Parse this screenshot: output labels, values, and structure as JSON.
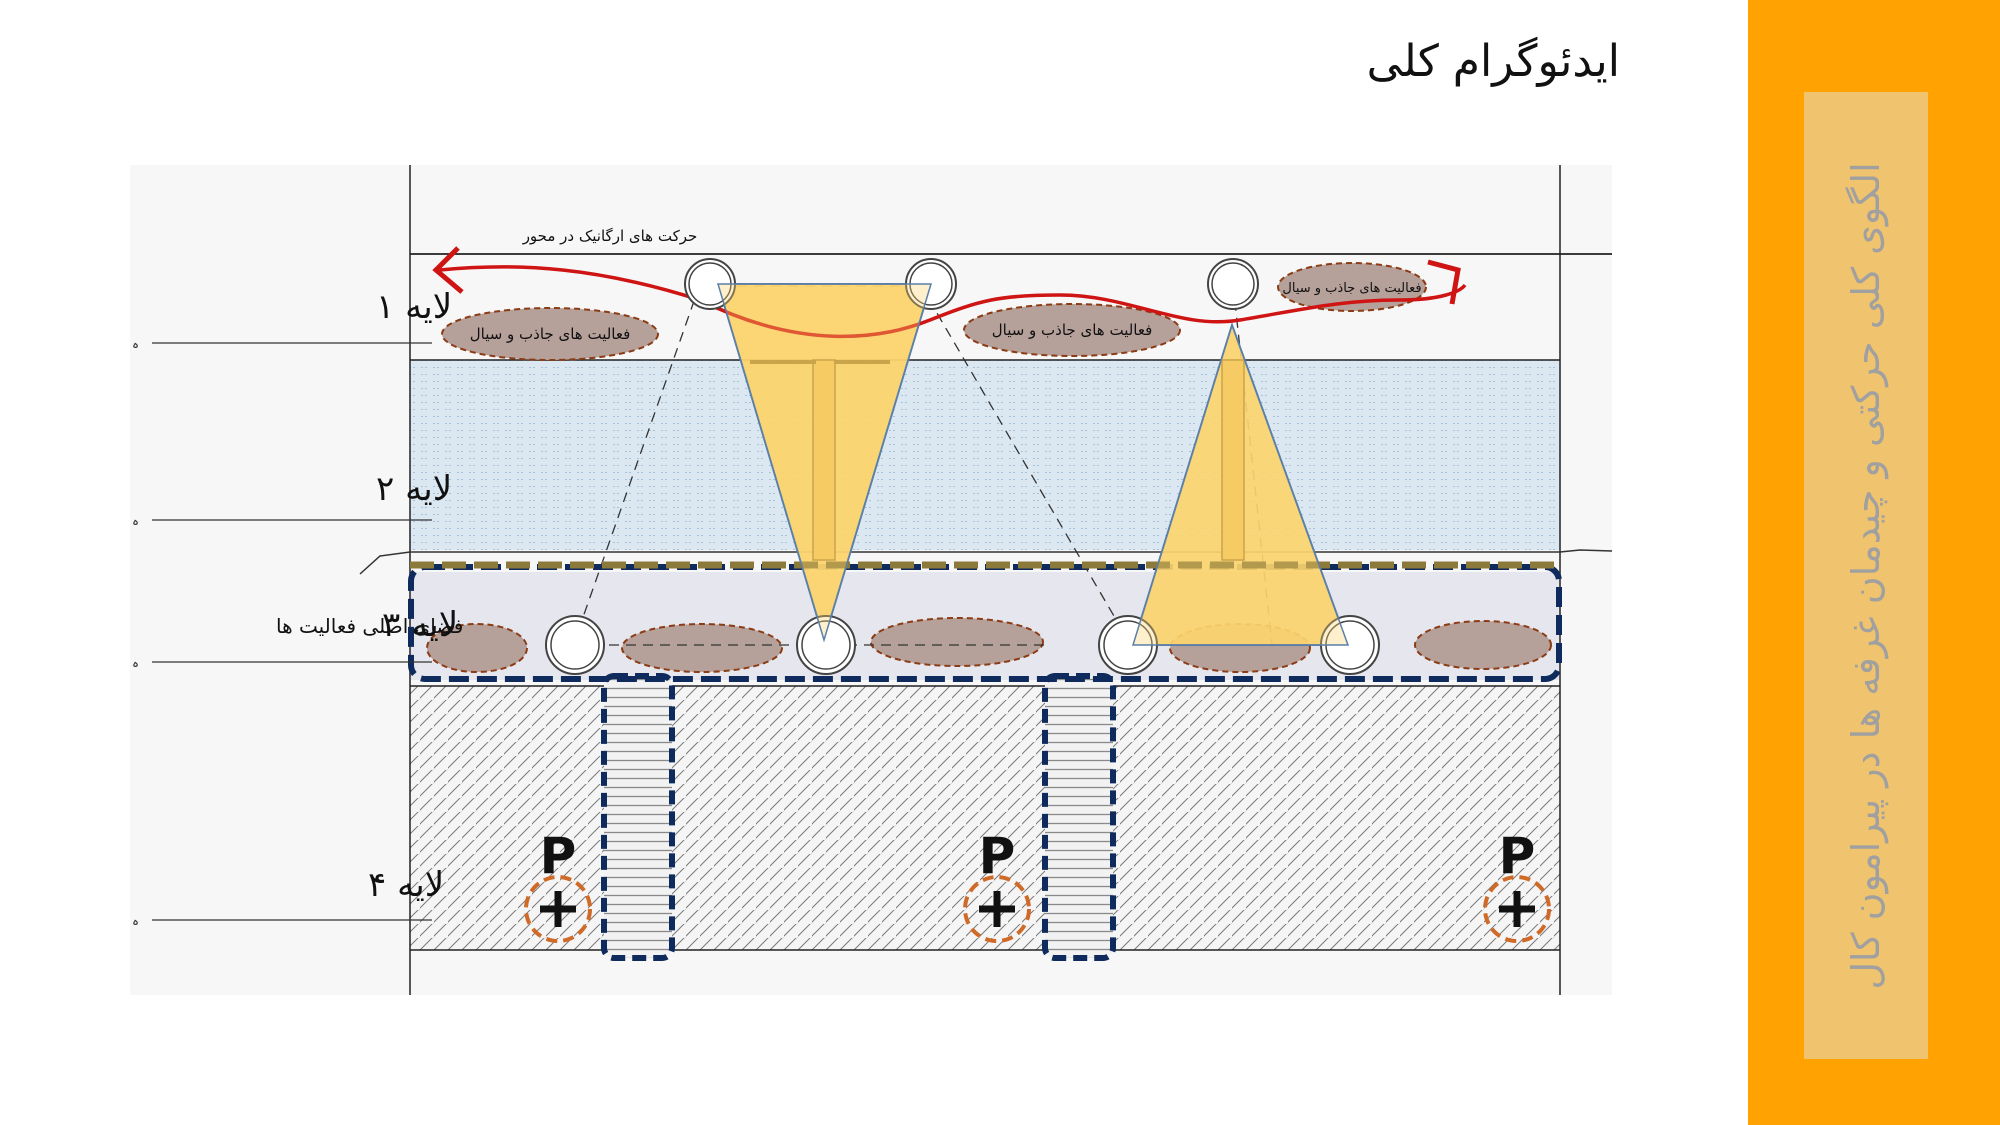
{
  "title": "ایدئوگرام کلی",
  "sidebar": {
    "text": "الگوی کلی حرکتی و چیدمان غرفه ها در پیرامون کال"
  },
  "layers": [
    {
      "label": "لایه ۱",
      "marker": "ہ"
    },
    {
      "label": "لایه ۲",
      "marker": "ہ"
    },
    {
      "label": "لایه ۳",
      "marker": "ہ"
    },
    {
      "label": "لایه ۴",
      "marker": "ہ"
    }
  ],
  "layer3_note": "فضای اصلی فعالیت ها",
  "organic_movement": "حرکت های ارگانیک در محور",
  "activity_ellipses": [
    "فعالیت های جاذب و سیال",
    "فعالیت های جاذب و سیال",
    "فعالیت های جاذب و سیال"
  ],
  "parking_letter": "P",
  "colors": {
    "sidebar": "#ffa202",
    "sidebar_panel": "#f0c36e",
    "triangle_fill": "#fcd46e",
    "curve": "#cf1414",
    "ellipse_fill": "#b6a09a",
    "ellipse_border": "#8c3c14",
    "dash_frame": "#0f2a5c",
    "parking_ring": "#d06a28"
  }
}
